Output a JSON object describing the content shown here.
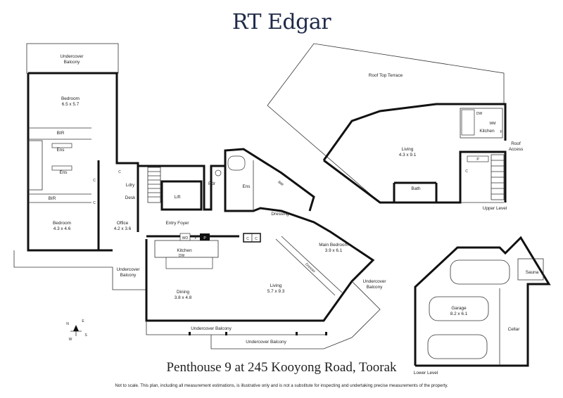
{
  "brand": {
    "name": "RT Edgar"
  },
  "caption": {
    "title": "Penthouse 9 at 245 Kooyong Road, Toorak"
  },
  "disclaimer": {
    "text": "Not to scale. This plan, including all measurement estimations, is illustrative only and is not a substitute for inspecting and undertaking precise measurements of the property."
  },
  "rooms": {
    "undercover_balcony_top": {
      "line1": "Undercover",
      "line2": "Balcony"
    },
    "bedroom1": {
      "name": "Bedroom",
      "dims": "6.5 x 5.7"
    },
    "bir1": {
      "name": "BIR"
    },
    "ens1": {
      "name": "Ens"
    },
    "ens2": {
      "name": "Ens"
    },
    "bir2": {
      "name": "BIR"
    },
    "bedroom2": {
      "name": "Bedroom",
      "dims": "4.3 x 4.6"
    },
    "ldry": {
      "name": "Ldry"
    },
    "desk": {
      "name": "Desk"
    },
    "office": {
      "name": "Office",
      "dims": "4.2 x 3.6"
    },
    "lift": {
      "name": "Lift"
    },
    "pdr": {
      "name": "Pdr"
    },
    "ens3": {
      "name": "Ens"
    },
    "entry_foyer": {
      "name": "Entry Foyer"
    },
    "dressing": {
      "name": "Dressing"
    },
    "kitchen_main": {
      "name": "Kitchen"
    },
    "main_bedroom": {
      "name": "Main Bedroom",
      "dims": "3.9 x 6.1"
    },
    "undercover_balcony_left": {
      "line1": "Undercover",
      "line2": "Balcony"
    },
    "dining": {
      "name": "Dining",
      "dims": "3.8 x 4.8"
    },
    "living_main": {
      "name": "Living",
      "dims": "5.7 x 9.3"
    },
    "undercover_balcony_right": {
      "line1": "Undercover",
      "line2": "Balcony"
    },
    "undercover_balcony_bottom1": {
      "name": "Undercover Balcony"
    },
    "undercover_balcony_bottom2": {
      "name": "Undercover Balcony"
    },
    "roof_top_terrace": {
      "name": "Roof Top Terrace"
    },
    "kitchen_upper": {
      "name": "Kitchen"
    },
    "roof_access": {
      "line1": "Roof",
      "line2": "Access"
    },
    "living_upper": {
      "name": "Living",
      "dims": "4.3 x 9.1"
    },
    "bath": {
      "name": "Bath"
    },
    "upper_level": {
      "name": "Upper Level"
    },
    "sauna": {
      "name": "Sauna"
    },
    "garage": {
      "name": "Garage",
      "dims": "8.2 x 6.1"
    },
    "cellar": {
      "name": "Cellar"
    },
    "lower_level": {
      "name": "Lower Level"
    }
  },
  "fixtures": {
    "bir_dressing": "BIR",
    "dresser": "Dresser",
    "wo": "WO",
    "f": "F",
    "p": "P",
    "c": "C",
    "dw": "DW",
    "wm": "WM"
  },
  "compass": {
    "n": "N",
    "e": "E",
    "s": "S",
    "w": "W"
  }
}
